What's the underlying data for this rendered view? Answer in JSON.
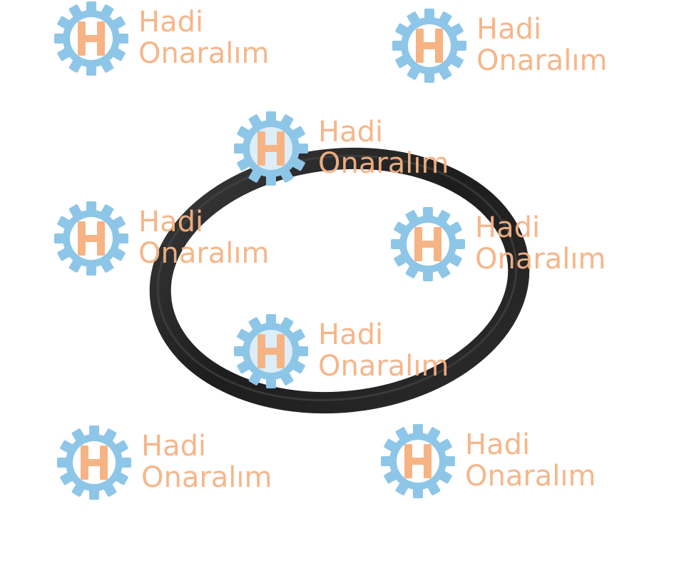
{
  "image": {
    "subject": "o-ring-gasket",
    "background_color": "#ffffff",
    "ring_color": "#1f1f1f"
  },
  "watermark": {
    "line1": "Hadi",
    "line2": "Onaralım",
    "text_color": "#f6b384",
    "gear_color": "#8ec6e8",
    "letter": "H"
  }
}
